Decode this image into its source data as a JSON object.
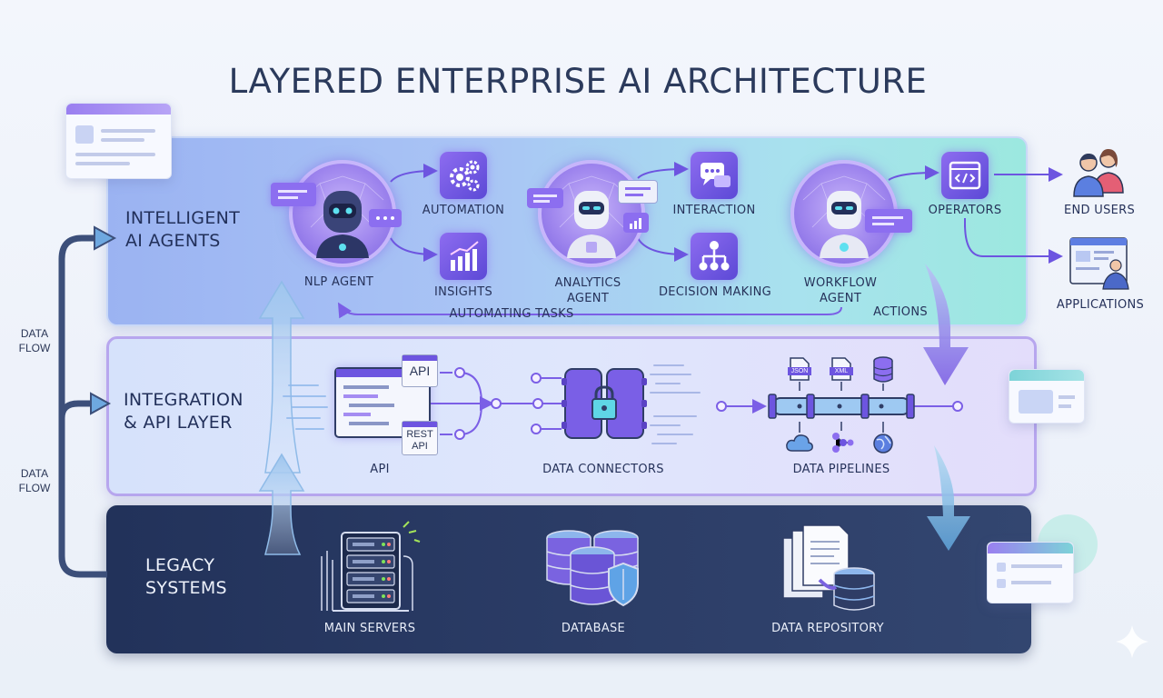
{
  "title": "LAYERED ENTERPRISE AI ARCHITECTURE",
  "layers": {
    "agents": {
      "label_line1": "INTELLIGENT",
      "label_line2": "AI AGENTS"
    },
    "integration": {
      "label_line1": "INTEGRATION",
      "label_line2": "& API LAYER"
    },
    "legacy": {
      "label_line1": "LEGACY",
      "label_line2": "SYSTEMS"
    }
  },
  "data_flow": {
    "line1": "DATA",
    "line2": "FLOW"
  },
  "agents": {
    "nlp": "NLP AGENT",
    "analytics_line1": "ANALYTICS",
    "analytics_line2": "AGENT",
    "workflow_line1": "WORKFLOW",
    "workflow_line2": "AGENT"
  },
  "capabilities": {
    "automation": "AUTOMATION",
    "insights": "INSIGHTS",
    "interaction": "INTERACTION",
    "decision_making": "DECISION MAKING",
    "operators": "OPERATORS",
    "automating_tasks": "AUTOMATING TASKS",
    "actions": "ACTIONS"
  },
  "consumers": {
    "end_users": "END USERS",
    "applications": "APPLICATIONS"
  },
  "integration": {
    "api": "API",
    "api_chip": "API",
    "rest_api_line1": "REST",
    "rest_api_line2": "API",
    "data_connectors": "DATA CONNECTORS",
    "data_pipelines": "DATA PIPELINES",
    "json": "JSON",
    "xml": "XML"
  },
  "legacy": {
    "main_servers": "MAIN SERVERS",
    "database": "DATABASE",
    "data_repository": "DATA REPOSITORY"
  },
  "colors": {
    "accent_purple": "#6d55e0",
    "agent_layer": "#a9c4f5",
    "integration_layer": "#dfe6fc",
    "legacy_layer": "#2b3c66"
  }
}
